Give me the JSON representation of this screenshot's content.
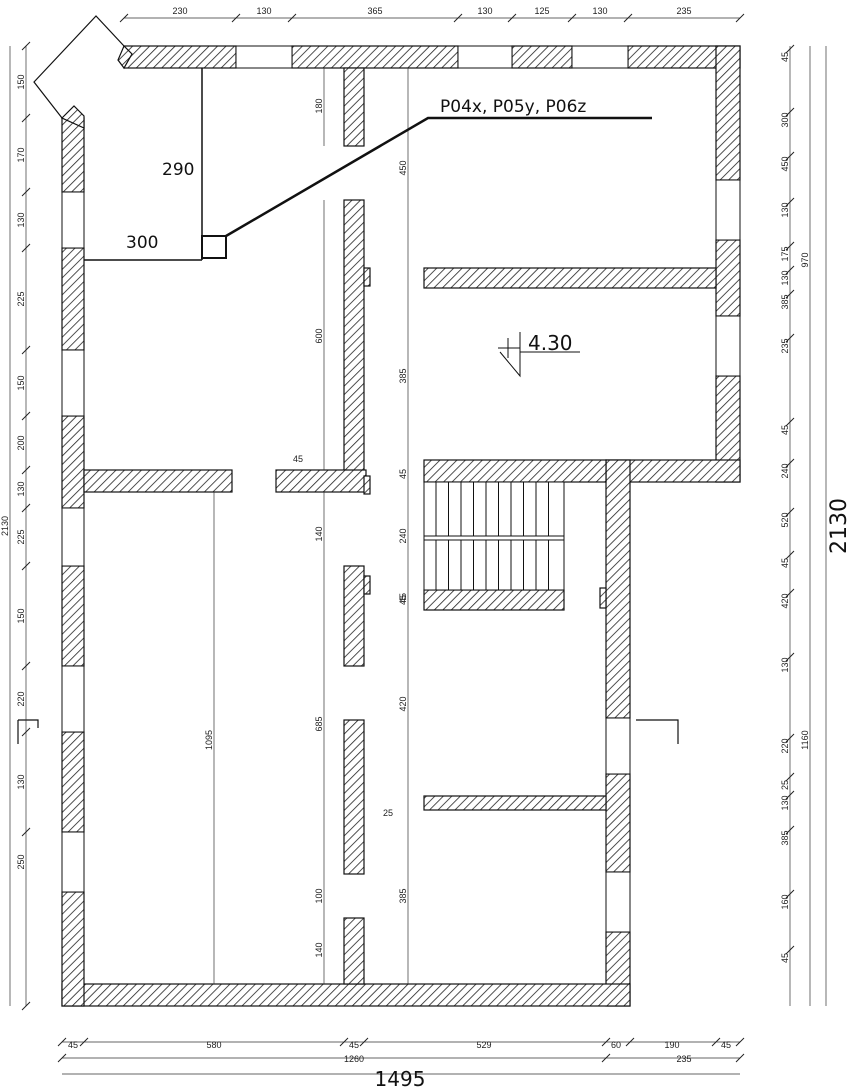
{
  "annotation": {
    "label": "P04x, P05y, P06z",
    "offset_vertical": "290",
    "offset_horizontal": "300"
  },
  "level_mark": "4.30",
  "totals": {
    "overall_width": "1495",
    "overall_height": "2130"
  },
  "dims_top": [
    "230",
    "130",
    "365",
    "130",
    "125",
    "130",
    "235"
  ],
  "dims_bottom_1": [
    "45",
    "580",
    "45",
    "529",
    "60",
    "190",
    "45"
  ],
  "dims_bottom_2": [
    "1260",
    "235"
  ],
  "dims_left": [
    "150",
    "170",
    "130",
    "225",
    "150",
    "200",
    "130",
    "225",
    "150",
    "220",
    "130",
    "250"
  ],
  "dims_left_total": "2130",
  "dims_right_1": [
    "45",
    "300",
    "450",
    "130",
    "175",
    "130",
    "385",
    "235",
    "45",
    "240",
    "520",
    "45",
    "420",
    "130",
    "220",
    "25",
    "130",
    "385",
    "160",
    "45"
  ],
  "dims_right_2": [
    "970",
    "1160"
  ],
  "dims_interior": [
    "180",
    "450",
    "600",
    "45",
    "385",
    "45",
    "140",
    "240",
    "45",
    "45",
    "685",
    "420",
    "1095",
    "25",
    "100",
    "385",
    "140"
  ],
  "colors": {
    "ink": "#111111",
    "hatch": "#222222",
    "wall_fill": "#ffffff"
  }
}
